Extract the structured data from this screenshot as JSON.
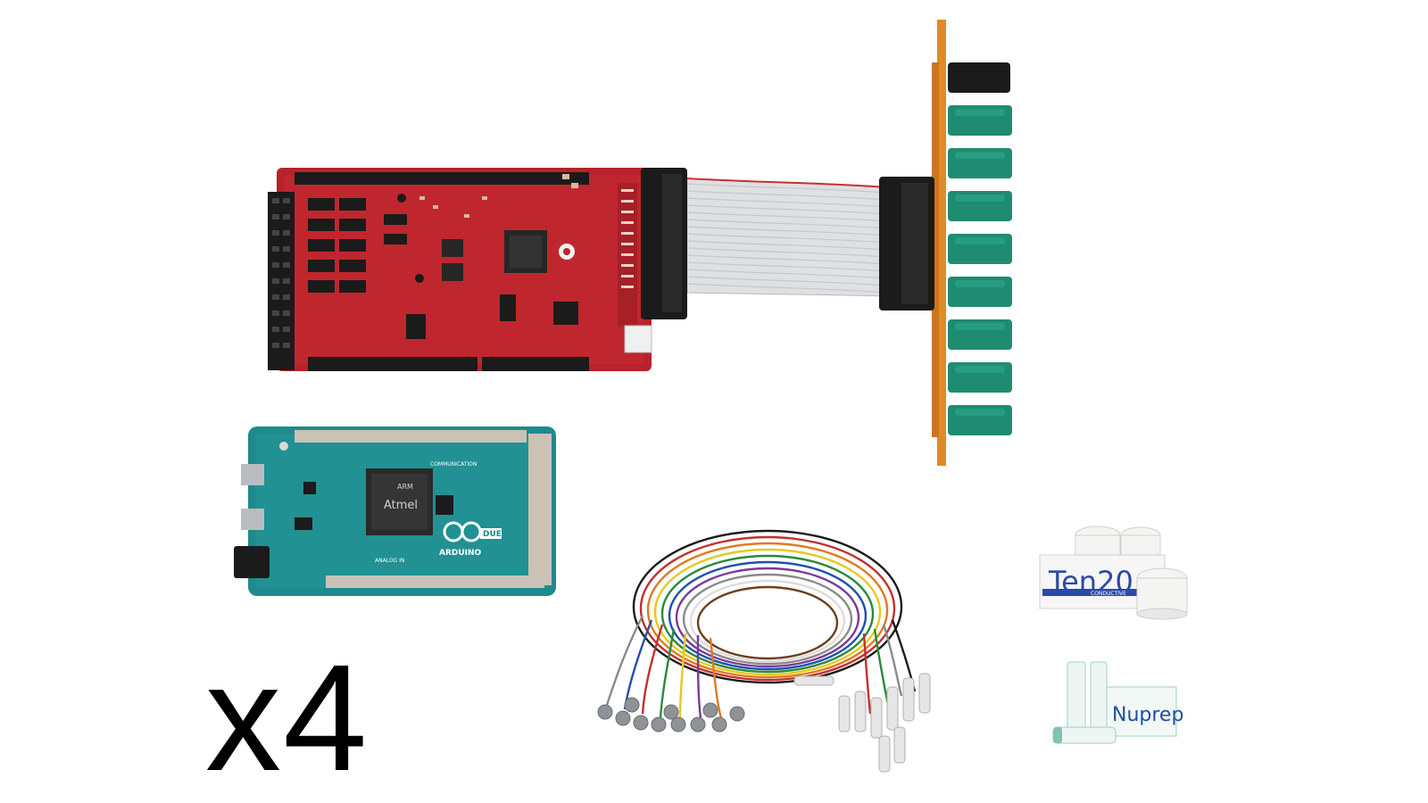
{
  "quantity_label": "x4",
  "colors": {
    "shield_pcb": "#b8222a",
    "arduino_pcb": "#1f8a8c",
    "connector_pcb": "#e08a2a",
    "electrode_green": "#1f8c72",
    "header_black": "#1b1b1b",
    "ribbon": "#d9dade",
    "electrode_cap": "#8f9296",
    "jar_white": "#f4f4f2"
  },
  "products": {
    "arduino": {
      "brand": "ARDUINO",
      "model": "DUE",
      "chip_brand": "Atmel",
      "chip_line": "ARM",
      "section_label": "COMMUNICATION",
      "analog_label": "ANALOG IN"
    },
    "ten20": {
      "brand": "Ten20",
      "subtitle": "CONDUCTIVE"
    },
    "nuprep": {
      "brand": "Nuprep"
    }
  },
  "electrode_lead_colors": [
    "#1b1b1b",
    "#c23030",
    "#e07a1f",
    "#e8c81f",
    "#2a8a3a",
    "#2050b0",
    "#7a3a9a",
    "#8a8a8a",
    "#f0f0f0",
    "#6a4020"
  ]
}
